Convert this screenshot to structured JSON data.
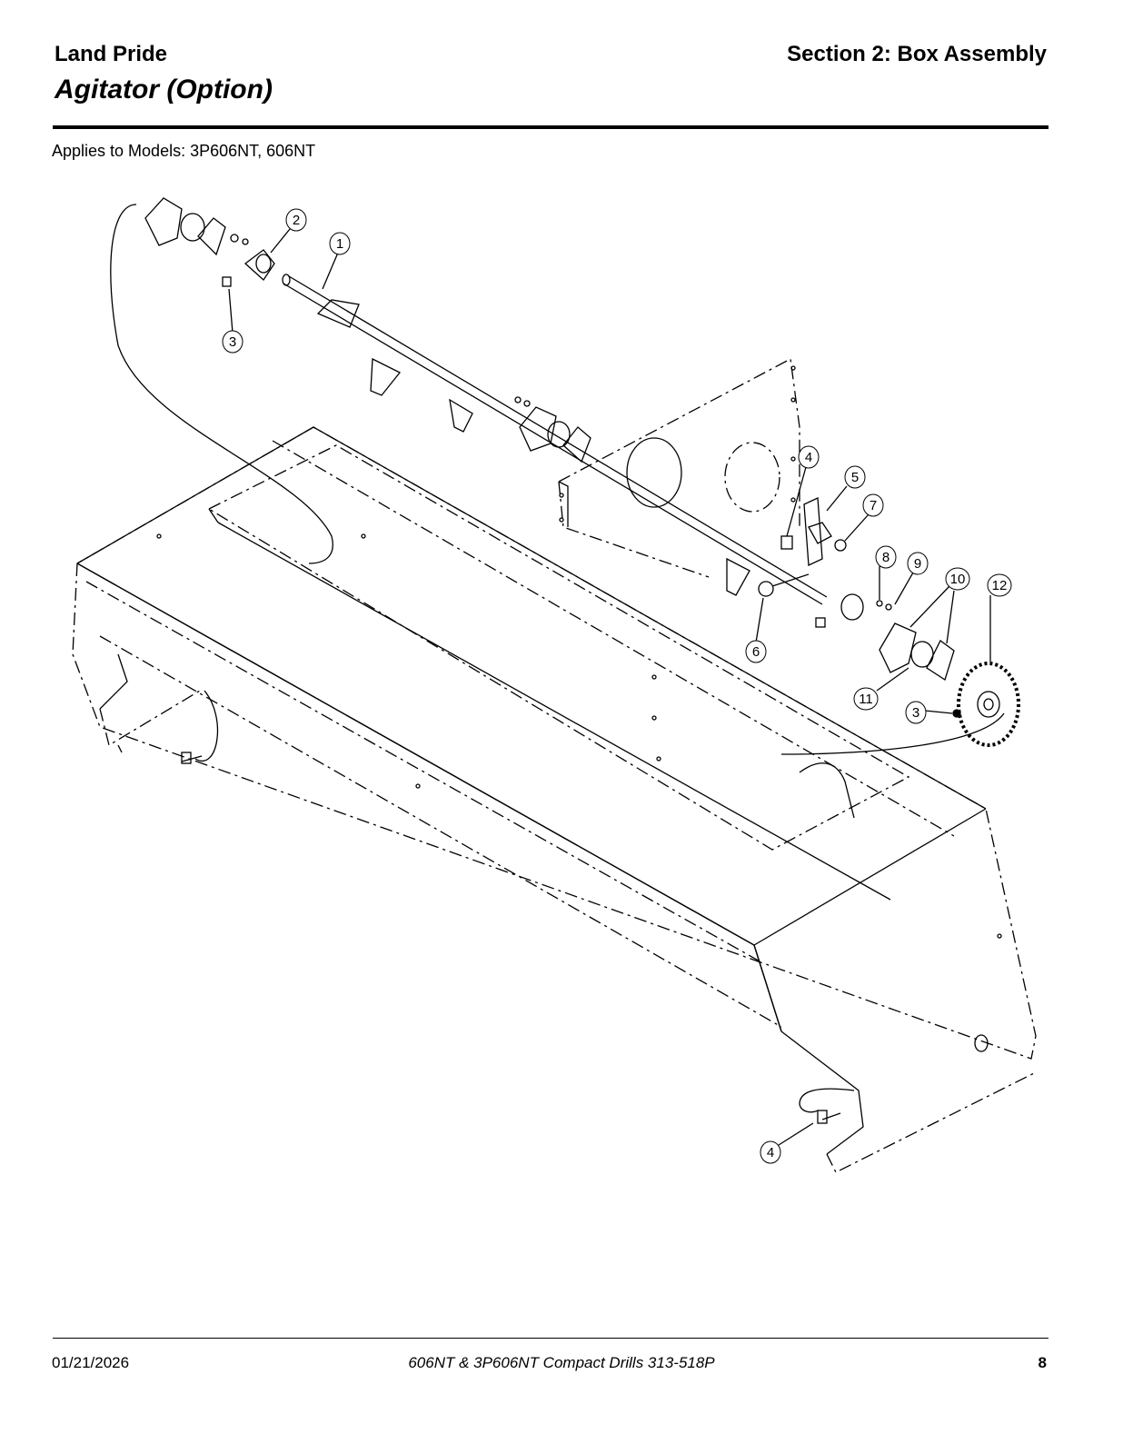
{
  "header": {
    "brand": "Land Pride",
    "section": "Section 2: Box Assembly",
    "title": "Agitator (Option)"
  },
  "applies_to": "Applies to Models: 3P606NT, 606NT",
  "diagram": {
    "callouts": [
      "1",
      "2",
      "3",
      "3",
      "4",
      "4",
      "5",
      "6",
      "7",
      "8",
      "9",
      "10",
      "11",
      "12"
    ]
  },
  "footer": {
    "date": "01/21/2026",
    "document": "606NT & 3P606NT  Compact Drills  313-518P",
    "page": "8"
  }
}
